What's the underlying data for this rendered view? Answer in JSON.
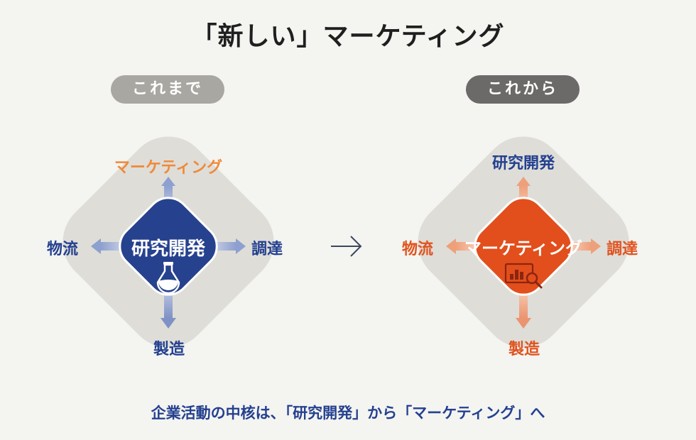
{
  "title": "「新しい」マーケティング",
  "before": {
    "badge": "これまで",
    "center": "研究開発",
    "top": "マーケティング",
    "left": "物流",
    "right": "調達",
    "bottom": "製造"
  },
  "after": {
    "badge": "これから",
    "center": "マーケティング",
    "top": "研究開発",
    "left": "物流",
    "right": "調達",
    "bottom": "製造"
  },
  "footer": "企業活動の中核は、「研究開発」から「マーケティング」へ",
  "colors": {
    "blue": "#24408f",
    "orange": "#e0531e",
    "marketing_label": "#ef8a3a",
    "diamond_bg": "#deddd8"
  }
}
